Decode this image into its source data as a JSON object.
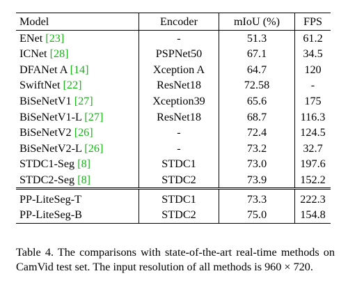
{
  "table": {
    "headers": {
      "model": "Model",
      "encoder": "Encoder",
      "miou": "mIoU (%)",
      "fps": "FPS"
    },
    "rows": [
      {
        "model": "ENet ",
        "ref": "[23]",
        "encoder": "-",
        "miou": "51.3",
        "fps": "61.2"
      },
      {
        "model": "ICNet ",
        "ref": "[28]",
        "encoder": "PSPNet50",
        "miou": "67.1",
        "fps": "34.5"
      },
      {
        "model": "DFANet A ",
        "ref": "[14]",
        "encoder": "Xception A",
        "miou": "64.7",
        "fps": "120"
      },
      {
        "model": "SwiftNet ",
        "ref": "[22]",
        "encoder": "ResNet18",
        "miou": "72.58",
        "fps": "-"
      },
      {
        "model": "BiSeNetV1 ",
        "ref": "[27]",
        "encoder": "Xception39",
        "miou": "65.6",
        "fps": "175"
      },
      {
        "model": "BiSeNetV1-L ",
        "ref": "[27]",
        "encoder": "ResNet18",
        "miou": "68.7",
        "fps": "116.3"
      },
      {
        "model": "BiSeNetV2 ",
        "ref": "[26]",
        "encoder": "-",
        "miou": "72.4",
        "fps": "124.5"
      },
      {
        "model": "BiSeNetV2-L ",
        "ref": "[26]",
        "encoder": "-",
        "miou": "73.2",
        "fps": "32.7"
      },
      {
        "model": "STDC1-Seg ",
        "ref": "[8]",
        "encoder": "STDC1",
        "miou": "73.0",
        "fps": "197.6"
      },
      {
        "model": "STDC2-Seg ",
        "ref": "[8]",
        "encoder": "STDC2",
        "miou": "73.9",
        "fps": "152.2"
      }
    ],
    "ours": [
      {
        "model": "PP-LiteSeg-T",
        "encoder": "STDC1",
        "miou": "73.3",
        "fps": "222.3"
      },
      {
        "model": "PP-LiteSeg-B",
        "encoder": "STDC2",
        "miou": "75.0",
        "fps": "154.8"
      }
    ]
  },
  "caption": "Table 4. The comparisons with state-of-the-art real-time methods on CamVid test set. The input resolution of all methods is 960 × 720."
}
